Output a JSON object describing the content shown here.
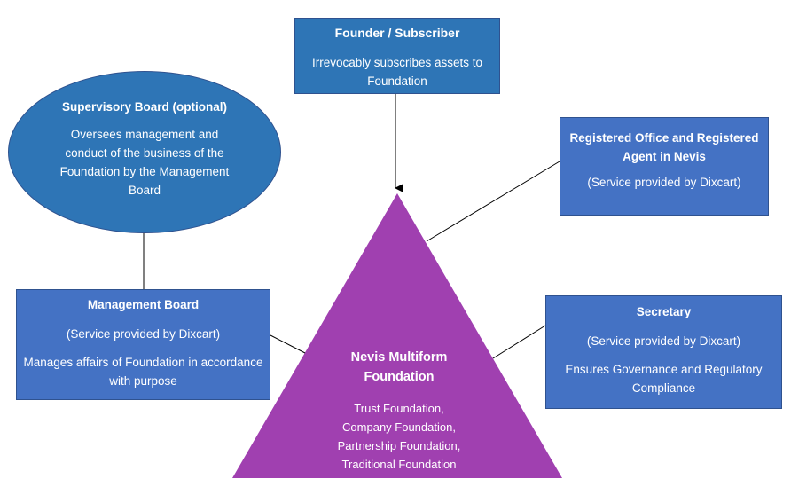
{
  "founder": {
    "title": "Founder / Subscriber",
    "description": "Irrevocably subscribes assets to Foundation"
  },
  "supervisory_board": {
    "title": "Supervisory Board (optional)",
    "description": "Oversees management and conduct of the business of the Foundation by the Management Board"
  },
  "registered_office": {
    "title": "Registered Office and Registered Agent in Nevis",
    "subtitle": "(Service provided by Dixcart)"
  },
  "management_board": {
    "title": "Management Board",
    "subtitle": "(Service provided by Dixcart)",
    "description": "Manages affairs of Foundation in accordance with purpose"
  },
  "secretary": {
    "title": "Secretary",
    "subtitle": "(Service provided by Dixcart)",
    "description": "Ensures Governance and Regulatory Compliance"
  },
  "foundation": {
    "title": "Nevis Multiform Foundation",
    "types": [
      "Trust Foundation,",
      "Company Foundation,",
      "Partnership Foundation,",
      "Traditional Foundation"
    ]
  },
  "colors": {
    "box_blue": "#4472c4",
    "dark_blue": "#2e75b6",
    "triangle_purple": "#a040b0"
  }
}
